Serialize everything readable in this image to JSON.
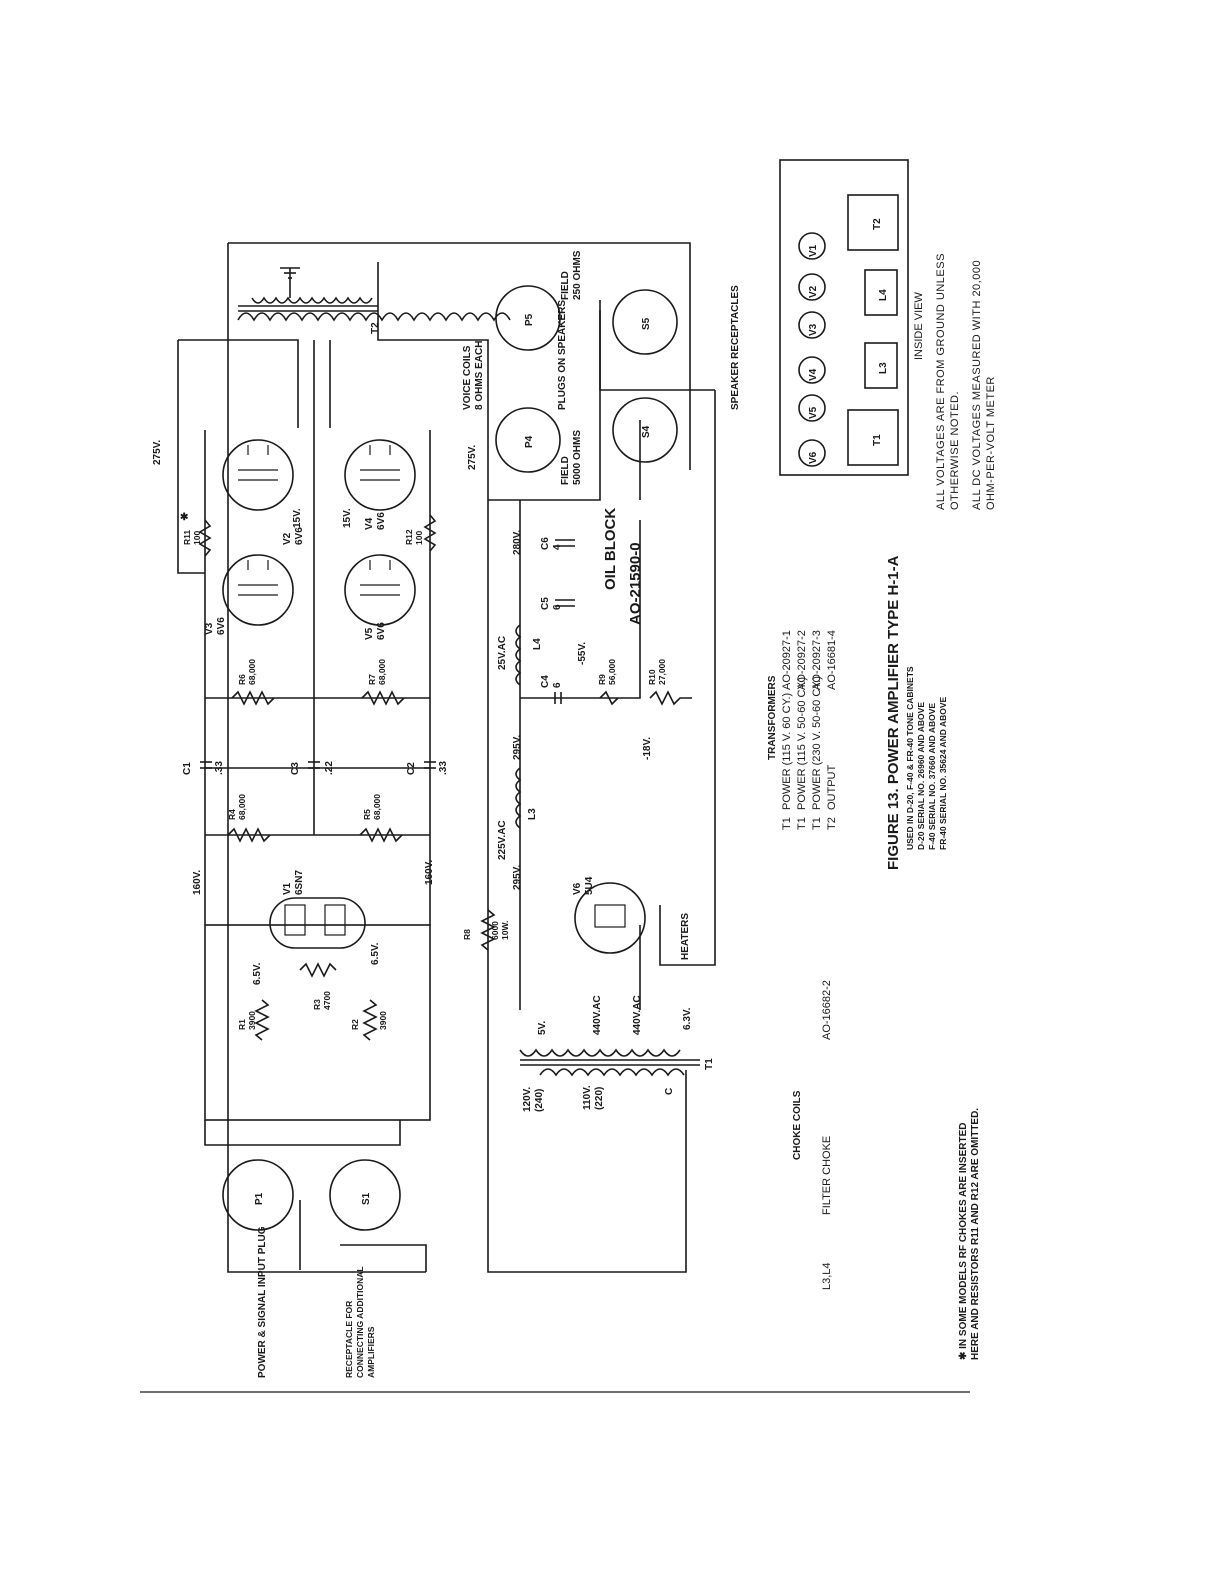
{
  "figure": {
    "title": "FIGURE 13. POWER AMPLIFIER TYPE H-1-A",
    "used_in": [
      "USED IN D-20, F-40 & FR-40 TONE CABINETS",
      "D-20 SERIAL NO. 26960 AND ABOVE",
      "F-40 SERIAL NO. 37660 AND ABOVE",
      "FR-40 SERIAL NO. 35624 AND ABOVE"
    ]
  },
  "notes": {
    "voltages_1": "ALL VOLTAGES ARE FROM GROUND UNLESS",
    "voltages_2": "OTHERWISE NOTED.",
    "dc_1": "ALL DC VOLTAGES MEASURED WITH 20,000",
    "dc_2": "OHM-PER-VOLT METER",
    "rf_1": "✱ IN SOME MODELS RF CHOKES ARE INSERTED",
    "rf_2": "HERE AND RESISTORS R11 AND R12 ARE OMITTED."
  },
  "transformers": {
    "heading": "TRANSFORMERS",
    "rows": [
      {
        "ref": "T1",
        "desc": "POWER (115 V. 60 CY.)",
        "part": "AO-20927-1"
      },
      {
        "ref": "T1",
        "desc": "POWER (115 V. 50-60 CY.)",
        "part": "AO-20927-2"
      },
      {
        "ref": "T1",
        "desc": "POWER (230 V. 50-60 CY.)",
        "part": "AO-20927-3"
      },
      {
        "ref": "T2",
        "desc": "OUTPUT",
        "part": "AO-16681-4"
      }
    ]
  },
  "chokes": {
    "heading": "CHOKE COILS",
    "refs": "L3,L4",
    "desc": "FILTER CHOKE",
    "part": "AO-16682-2"
  },
  "inside_view": {
    "caption": "INSIDE VIEW",
    "tubes": [
      "V6",
      "V5",
      "V4",
      "V3",
      "V2",
      "V1"
    ],
    "parts": [
      "T1",
      "L3",
      "L4",
      "T2"
    ]
  },
  "oil_block": {
    "label": "OIL BLOCK",
    "part": "AO-21590-0"
  },
  "connectors": {
    "input_plug": "POWER & SIGNAL INPUT PLUG",
    "receptacle_1": "RECEPTACLE FOR",
    "receptacle_2": "CONNECTING ADDITIONAL",
    "receptacle_3": "AMPLIFIERS",
    "speaker_receptacles": "SPEAKER RECEPTACLES",
    "plugs_on_speakers": "PLUGS ON SPEAKERS",
    "voice_coils_1": "VOICE COILS",
    "voice_coils_2": "8 OHMS EACH",
    "field_5000_1": "FIELD",
    "field_5000_2": "5000 OHMS",
    "field_250_1": "FIELD",
    "field_250_2": "250 OHMS",
    "p1": "P1",
    "s1": "S1",
    "p4": "P4",
    "p5": "P5",
    "s4": "S4",
    "s5": "S5",
    "heaters": "HEATERS"
  },
  "tubes": {
    "v1": {
      "ref": "V1",
      "type": "6SN7"
    },
    "v2": {
      "ref": "V2",
      "type": "6V6"
    },
    "v3": {
      "ref": "V3",
      "type": "6V6"
    },
    "v4": {
      "ref": "V4",
      "type": "6V6"
    },
    "v5": {
      "ref": "V5",
      "type": "6V6"
    },
    "v6": {
      "ref": "V6",
      "type": "5U4"
    }
  },
  "resistors": {
    "r1": {
      "ref": "R1",
      "value": "3900"
    },
    "r2": {
      "ref": "R2",
      "value": "3900"
    },
    "r3": {
      "ref": "R3",
      "value": "4700"
    },
    "r4": {
      "ref": "R4",
      "value": "68,000"
    },
    "r5": {
      "ref": "R5",
      "value": "68,000"
    },
    "r6": {
      "ref": "R6",
      "value": "68,000"
    },
    "r7": {
      "ref": "R7",
      "value": "68,000"
    },
    "r8": {
      "ref": "R8",
      "value": "6000",
      "rating": "10W."
    },
    "r9": {
      "ref": "R9",
      "value": "56,000"
    },
    "r10": {
      "ref": "R10",
      "value": "27,000"
    },
    "r11": {
      "ref": "R11",
      "value": "100"
    },
    "r12": {
      "ref": "R12",
      "value": "100"
    }
  },
  "capacitors": {
    "c1": {
      "ref": "C1",
      "value": ".33"
    },
    "c2": {
      "ref": "C2",
      "value": ".33"
    },
    "c3": {
      "ref": "C3",
      "value": ".22"
    },
    "c4": {
      "ref": "C4",
      "value": "6"
    },
    "c5": {
      "ref": "C5",
      "value": "6"
    },
    "c6": {
      "ref": "C6",
      "value": "4"
    }
  },
  "inductors": {
    "l3": {
      "ref": "L3",
      "ac": "225V.AC"
    },
    "l4": {
      "ref": "L4",
      "ac": "25V.AC"
    },
    "t1": "T1",
    "t2": "T2"
  },
  "voltages": {
    "v_6_5a": "6.5V.",
    "v_6_5b": "6.5V.",
    "v_160a": "160V.",
    "v_160b": "160V.",
    "v_295a": "295V.",
    "v_295b": "295V.",
    "v_280": "280V.",
    "v_275a": "275V.",
    "v_275b": "275V.",
    "v_15a": "15V.",
    "v_15b": "15V.",
    "v_55": "-55V.",
    "v_18": "-18V.",
    "t1_5v": "5V.",
    "t1_440a": "440V.AC",
    "t1_440b": "440V.AC",
    "t1_63": "6.3V.",
    "t1_120": "120V.",
    "t1_240": "(240)",
    "t1_110": "110V.",
    "t1_220": "(220)",
    "t1_c": "C"
  }
}
